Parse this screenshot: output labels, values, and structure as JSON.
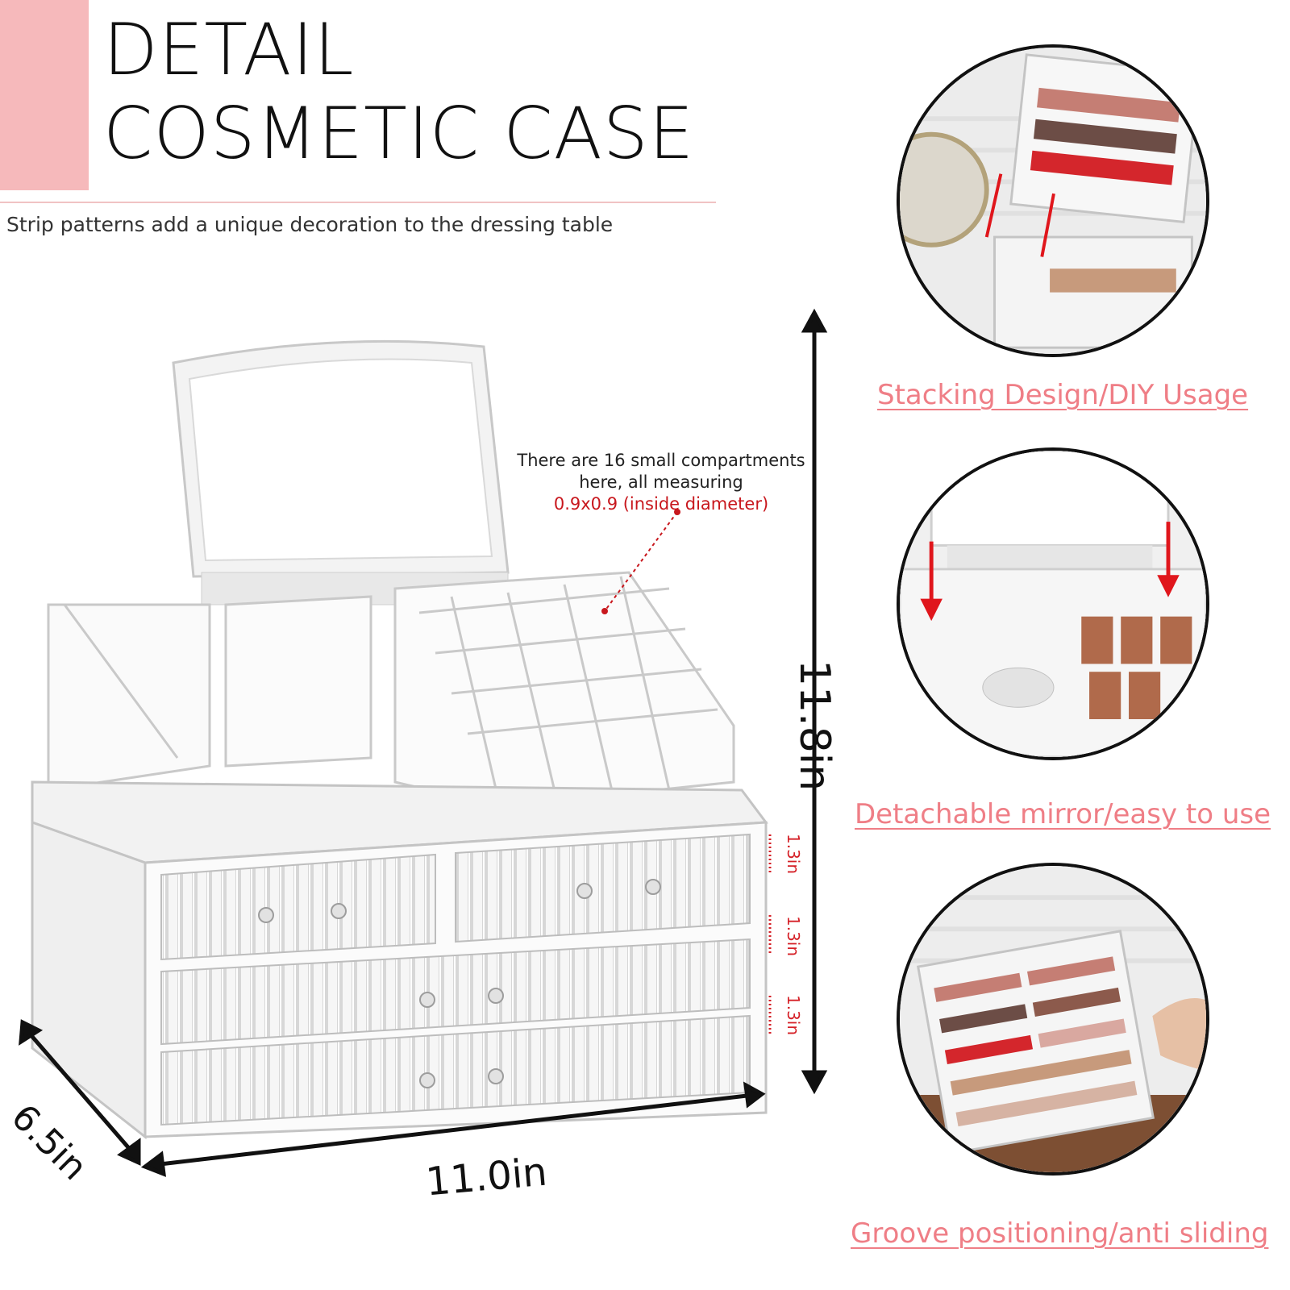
{
  "header": {
    "title_line1": "DETAIL",
    "title_line2": "COSMETIC CASE",
    "subtitle": "Strip patterns add a unique decoration to the dressing table"
  },
  "annotation": {
    "line1": "There are 16 small compartments",
    "line2": "here, all measuring",
    "line3": "0.9x0.9 (inside diameter)"
  },
  "dimensions": {
    "height": "11.8in",
    "width": "11.0in",
    "depth": "6.5in",
    "drawer_1": "1.3in",
    "drawer_2": "1.3in",
    "drawer_3": "1.3in"
  },
  "features": [
    {
      "label": "Stacking Design/DIY Usage"
    },
    {
      "label": "Detachable mirror/easy to use"
    },
    {
      "label": "Groove positioning/anti sliding"
    }
  ],
  "colors": {
    "accent_pink": "#f6b9bb",
    "feature_text": "#ef7e86",
    "annotation_red": "#c8171d"
  }
}
